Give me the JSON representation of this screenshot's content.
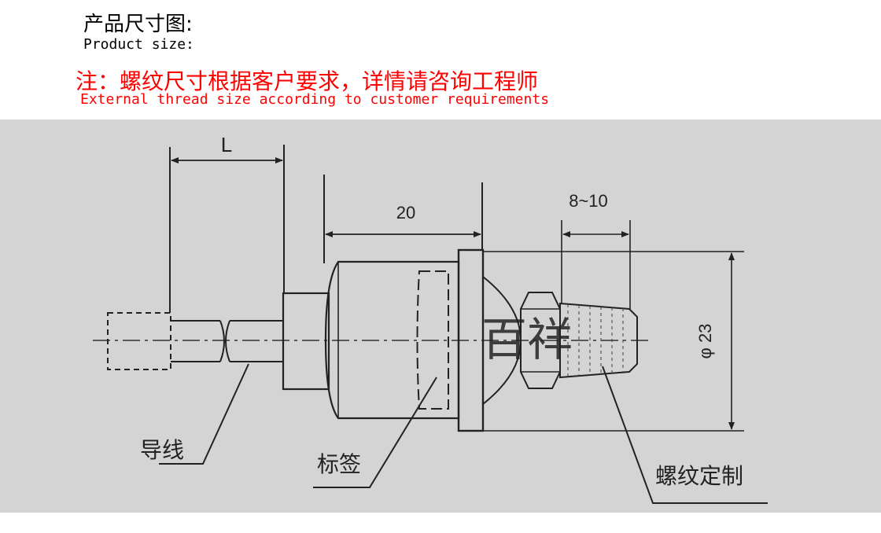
{
  "header": {
    "title_cn": "产品尺寸图:",
    "title_en": "Product size:"
  },
  "note": {
    "cn": "注：螺纹尺寸根据客户要求，详情请咨询工程师",
    "en": "External thread size according to customer requirements",
    "color": "#ff0000"
  },
  "diagram": {
    "dimensions": {
      "L": "L",
      "body_length": "20",
      "thread_length": "8~10",
      "diameter": "φ 23"
    },
    "callouts": {
      "wire": "导线",
      "label": "标签",
      "thread": "螺纹定制"
    },
    "watermark": "百祥",
    "panel_color": "#d4d4d4"
  }
}
